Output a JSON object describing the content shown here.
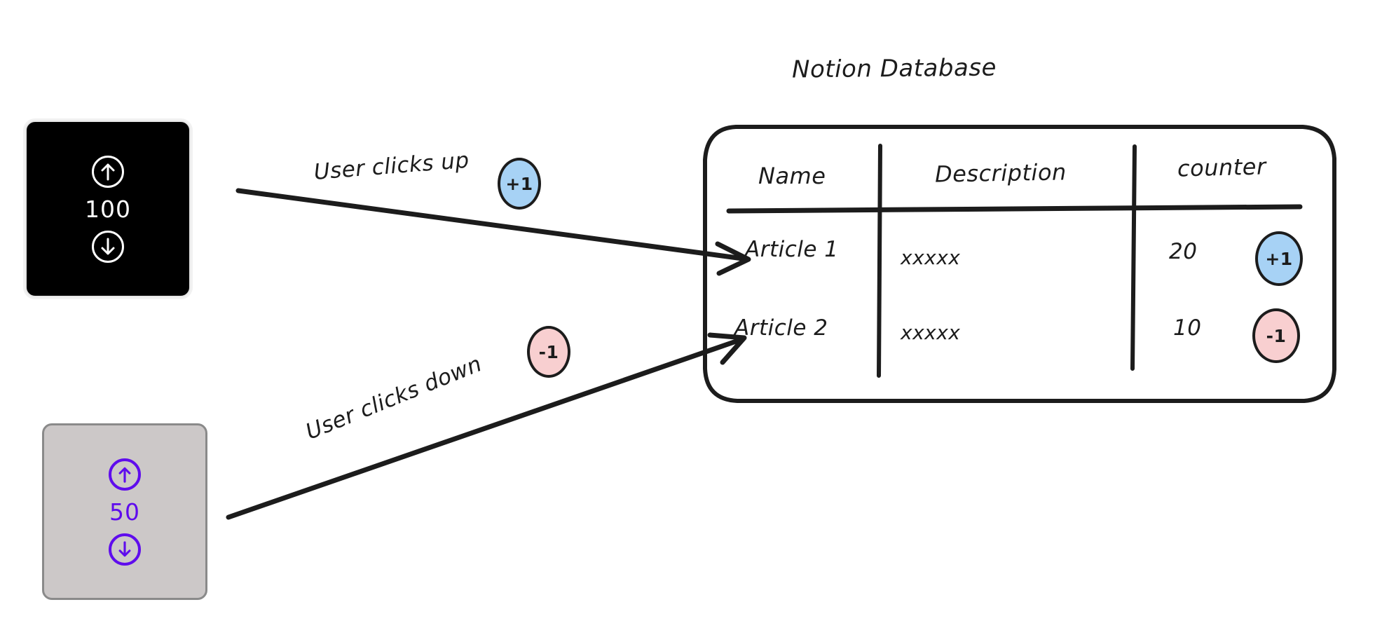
{
  "diagram": {
    "title_top": "Notion Database"
  },
  "widgets": {
    "dark": {
      "name": "dark-counter-widget",
      "up_icon": "arrow-up-circle-icon",
      "down_icon": "arrow-down-circle-icon",
      "value": "100",
      "background": "#000000",
      "accent": "#ffffff"
    },
    "light": {
      "name": "light-counter-widget",
      "up_icon": "arrow-up-circle-icon",
      "down_icon": "arrow-down-circle-icon",
      "value": "50",
      "background": "#ccc8c8",
      "accent": "#5f0ced"
    }
  },
  "annotations": [
    {
      "label": "User clicks up",
      "badge": "+1",
      "badge_color": "#a7d2f5"
    },
    {
      "label": "User clicks down",
      "badge": "-1",
      "badge_color": "#f8cfd0"
    }
  ],
  "table": {
    "title": "Notion Database",
    "columns": [
      "Name",
      "Description",
      "counter"
    ],
    "rows": [
      {
        "name": "Article 1",
        "description": "xxxxx",
        "counter": "20",
        "badge": "+1",
        "badge_color": "#a7d2f5"
      },
      {
        "name": "Article 2",
        "description": "xxxxx",
        "counter": "10",
        "badge": "-1",
        "badge_color": "#f8cfd0"
      }
    ]
  },
  "colors": {
    "ink": "#1c1c1c",
    "blue_badge": "#a7d2f5",
    "pink_badge": "#f8cfd0",
    "purple": "#5f0ced",
    "gray_panel": "#ccc8c8"
  }
}
